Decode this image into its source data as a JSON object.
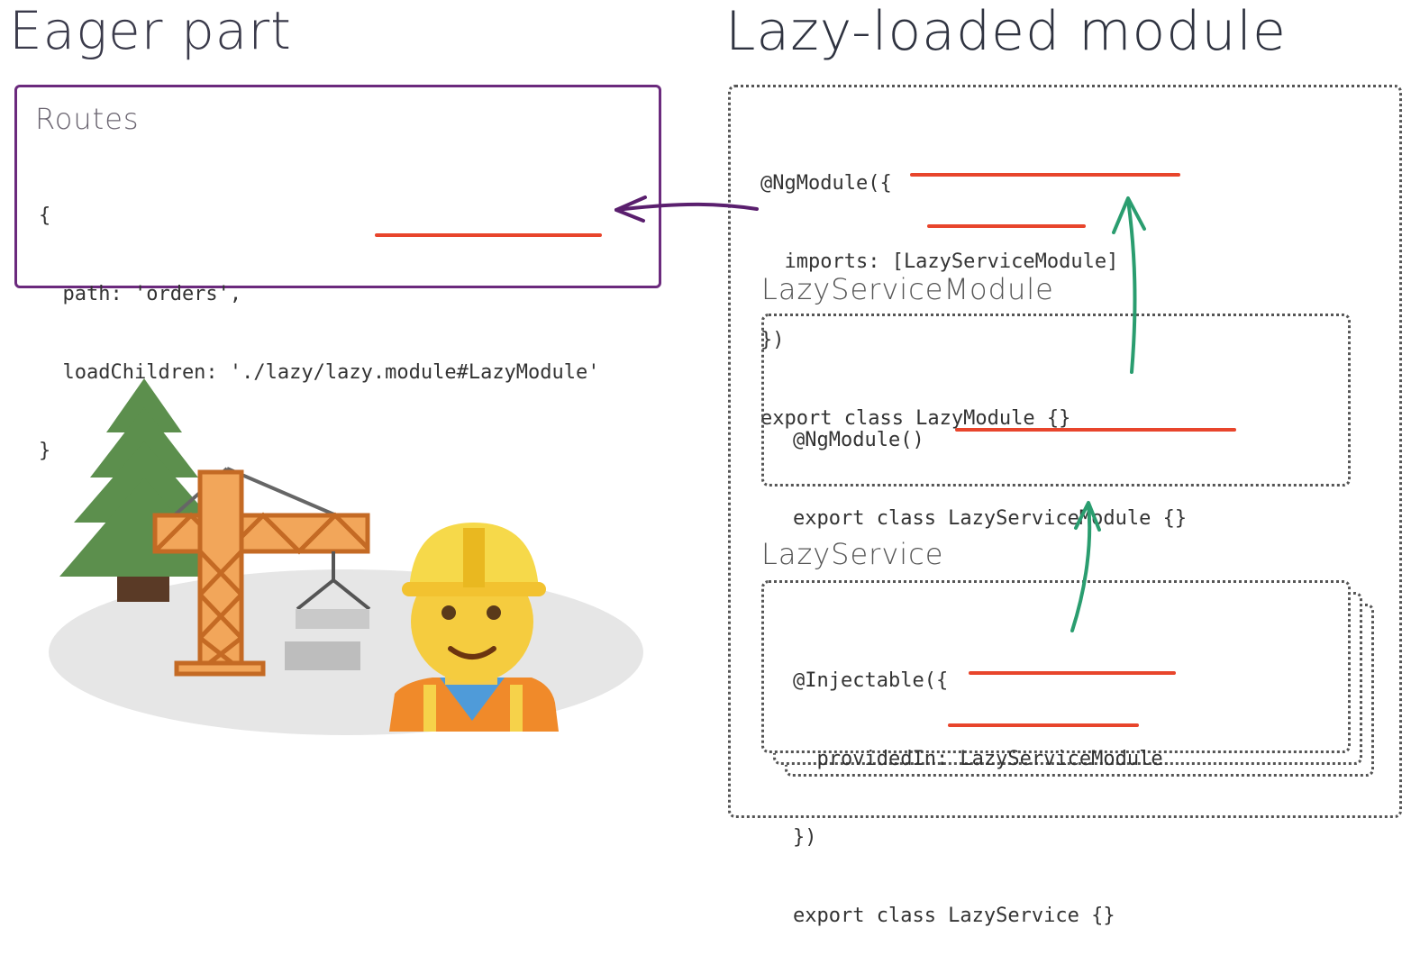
{
  "eager": {
    "title": "Eager part",
    "routes": {
      "label": "Routes",
      "code_lines": [
        "{",
        "  path: 'orders',",
        "  loadChildren: './lazy/lazy.module#LazyModule'",
        "}"
      ]
    }
  },
  "lazy": {
    "title": "Lazy-loaded module",
    "module_code_lines": [
      "@NgModule({",
      "  imports: [LazyServiceModule]",
      "})",
      "export class LazyModule {}"
    ],
    "lazy_service_module": {
      "label": "LazyServiceModule",
      "code_lines": [
        "@NgModule()",
        "export class LazyServiceModule {}"
      ]
    },
    "lazy_service": {
      "label": "LazyService",
      "code_lines": [
        "@Injectable({",
        "  providedIn: LazyServiceModule",
        "})",
        "export class LazyService {}"
      ]
    }
  },
  "colors": {
    "routes_border": "#6b2a7d",
    "underline": "#e8452c",
    "arrow_purple": "#5a1f6e",
    "arrow_green": "#2a9d6f"
  }
}
